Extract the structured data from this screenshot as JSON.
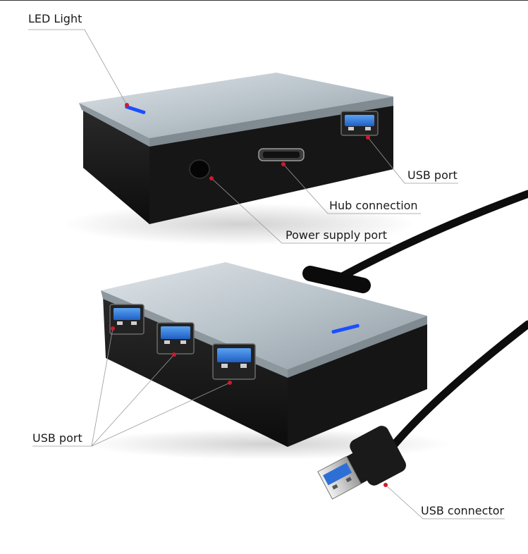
{
  "callouts": {
    "led_light": "LED Light",
    "usb_port_top": "USB port",
    "hub_connection": "Hub connection",
    "power_supply_port": "Power supply port",
    "usb_port_bottom": "USB port",
    "usb_connector": "USB connector"
  },
  "colors": {
    "led": "#1b4fff",
    "usb_port_blue": "#2e7be0",
    "body_black": "#151515",
    "lid_silver": "#b9c3ca",
    "marker_red": "#d11a2a"
  }
}
